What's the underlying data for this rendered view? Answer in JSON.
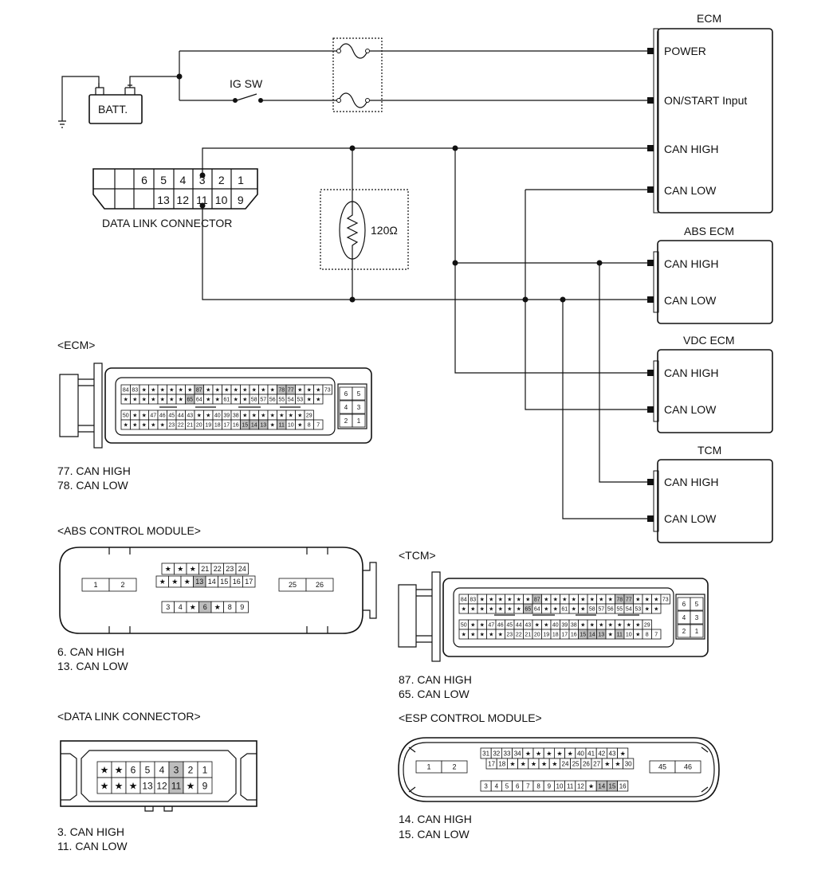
{
  "wiring": {
    "batt_label": "BATT.",
    "ig_sw_label": "IG SW",
    "resistor_label": "120Ω",
    "dlc_pins_top": [
      "6",
      "5",
      "4",
      "3",
      "2",
      "1"
    ],
    "dlc_pins_bottom": [
      "13",
      "12",
      "11",
      "10",
      "9"
    ],
    "dlc_label": "DATA LINK CONNECTOR",
    "ecm": {
      "title": "ECM",
      "pins": [
        "POWER",
        "ON/START Input",
        "CAN HIGH",
        "CAN LOW"
      ]
    },
    "abs": {
      "title": "ABS ECM",
      "pins": [
        "CAN HIGH",
        "CAN LOW"
      ]
    },
    "vdc": {
      "title": "VDC ECM",
      "pins": [
        "CAN HIGH",
        "CAN LOW"
      ]
    },
    "tcm": {
      "title": "TCM",
      "pins": [
        "CAN HIGH",
        "CAN LOW"
      ]
    }
  },
  "connectors": {
    "ecm": {
      "title": "<ECM>",
      "row1": [
        "84",
        "83",
        "★",
        "★",
        "★",
        "★",
        "★",
        "★",
        "87",
        "★",
        "★",
        "★",
        "★",
        "★",
        "★",
        "★",
        "★",
        "78",
        "77",
        "★",
        "★",
        "★",
        "73"
      ],
      "row2": [
        "★",
        "★",
        "★",
        "★",
        "★",
        "★",
        "★",
        "65",
        "64",
        "★",
        "★",
        "61",
        "★",
        "★",
        "58",
        "57",
        "56",
        "55",
        "54",
        "53",
        "★",
        "★"
      ],
      "row3": [
        "50",
        "★",
        "★",
        "47",
        "46",
        "45",
        "44",
        "43",
        "★",
        "★",
        "40",
        "39",
        "38",
        "★",
        "★",
        "★",
        "★",
        "★",
        "★",
        "★",
        "29"
      ],
      "row4": [
        "★",
        "★",
        "★",
        "★",
        "★",
        "23",
        "22",
        "21",
        "20",
        "19",
        "18",
        "17",
        "16",
        "15",
        "14",
        "13",
        "★",
        "11",
        "10",
        "★",
        "8",
        "7"
      ],
      "side": [
        "6",
        "5",
        "4",
        "3",
        "2",
        "1"
      ],
      "notes": [
        "77. CAN HIGH",
        "78. CAN LOW"
      ]
    },
    "abs": {
      "title": "<ABS CONTROL MODULE>",
      "left": [
        "1",
        "2"
      ],
      "top": [
        "★",
        "★",
        "★",
        "21",
        "22",
        "23",
        "24"
      ],
      "mid": [
        "★",
        "★",
        "★",
        "13",
        "14",
        "15",
        "16",
        "17"
      ],
      "right": [
        "25",
        "26"
      ],
      "bottom": [
        "3",
        "4",
        "★",
        "6",
        "★",
        "8",
        "9"
      ],
      "notes": [
        "6. CAN HIGH",
        "13. CAN LOW"
      ]
    },
    "dlc": {
      "title": "<DATA LINK CONNECTOR>",
      "top": [
        "★",
        "★",
        "6",
        "5",
        "4",
        "3",
        "2",
        "1"
      ],
      "bottom": [
        "★",
        "★",
        "★",
        "13",
        "12",
        "11",
        "★",
        "9"
      ],
      "notes": [
        "3. CAN HIGH",
        "11. CAN LOW"
      ]
    },
    "tcm": {
      "title": "<TCM>",
      "row1": [
        "84",
        "83",
        "★",
        "★",
        "★",
        "★",
        "★",
        "★",
        "87",
        "★",
        "★",
        "★",
        "★",
        "★",
        "★",
        "★",
        "★",
        "78",
        "77",
        "★",
        "★",
        "★",
        "73"
      ],
      "row2": [
        "★",
        "★",
        "★",
        "★",
        "★",
        "★",
        "★",
        "65",
        "64",
        "★",
        "★",
        "61",
        "★",
        "★",
        "58",
        "57",
        "56",
        "55",
        "54",
        "53",
        "★",
        "★"
      ],
      "row3": [
        "50",
        "★",
        "★",
        "47",
        "46",
        "45",
        "44",
        "43",
        "★",
        "★",
        "40",
        "39",
        "38",
        "★",
        "★",
        "★",
        "★",
        "★",
        "★",
        "★",
        "29"
      ],
      "row4": [
        "★",
        "★",
        "★",
        "★",
        "★",
        "23",
        "22",
        "21",
        "20",
        "19",
        "18",
        "17",
        "16",
        "15",
        "14",
        "13",
        "★",
        "11",
        "10",
        "★",
        "8",
        "7"
      ],
      "side": [
        "6",
        "5",
        "4",
        "3",
        "2",
        "1"
      ],
      "notes": [
        "87. CAN HIGH",
        "65. CAN LOW"
      ]
    },
    "esp": {
      "title": "<ESP CONTROL MODULE>",
      "left": [
        "1",
        "2"
      ],
      "top": [
        "31",
        "32",
        "33",
        "34",
        "★",
        "★",
        "★",
        "★",
        "★",
        "40",
        "41",
        "42",
        "43",
        "★"
      ],
      "mid": [
        "17",
        "18",
        "★",
        "★",
        "★",
        "★",
        "★",
        "24",
        "25",
        "26",
        "27",
        "★",
        "★",
        "30"
      ],
      "right": [
        "45",
        "46"
      ],
      "bottom": [
        "3",
        "4",
        "5",
        "6",
        "7",
        "8",
        "9",
        "10",
        "11",
        "12",
        "★",
        "14",
        "15",
        "16"
      ],
      "notes": [
        "14. CAN HIGH",
        "15. CAN LOW"
      ]
    }
  }
}
